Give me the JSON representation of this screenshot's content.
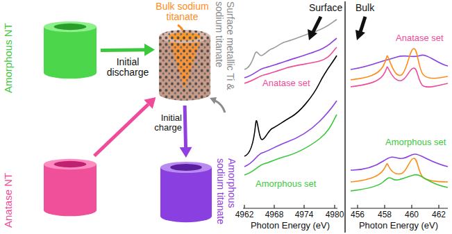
{
  "diagram": {
    "nodes": [
      {
        "text": [
          "Amorphous NT"
        ]
      },
      {
        "text": [
          "Bulk sodium titanate",
          "Surface metallic Ti & sodium titanate"
        ]
      },
      {
        "text": [
          "Anatase NT"
        ]
      },
      {
        "text": [
          "Amorphous sodium titanate"
        ]
      }
    ],
    "edges": [
      {
        "from": 0,
        "to": 1,
        "arrow": "to",
        "label": "Initial discharge"
      },
      {
        "from": 2,
        "to": 1,
        "arrow": "to"
      },
      {
        "from": 1,
        "to": 3,
        "arrow": "to",
        "label": "Initial charge"
      }
    ],
    "labels": [
      "Surface",
      "Anatase set",
      "Amorphous set",
      "4962",
      "4968",
      "4974",
      "4980",
      "Photon Energy (eV)",
      "Bulk",
      "Anatase set",
      "Amorphous set",
      "456",
      "458",
      "460",
      "462",
      "Photon Energy (eV)"
    ]
  }
}
